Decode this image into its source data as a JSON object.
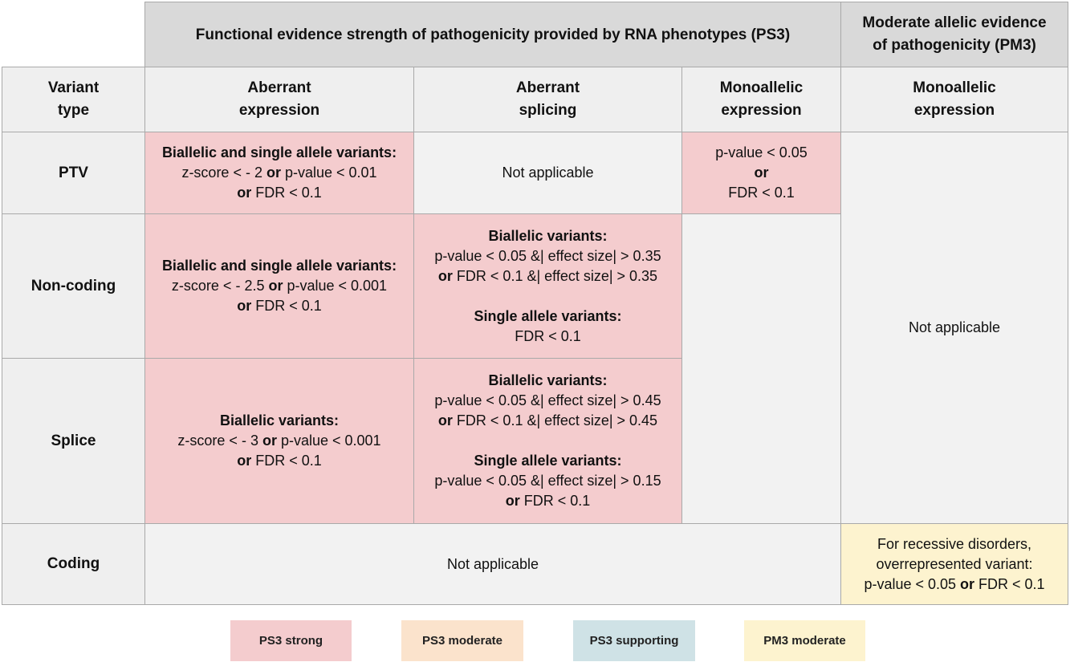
{
  "header": {
    "ps3_title": "Functional evidence strength of pathogenicity provided by RNA phenotypes (PS3)",
    "pm3_title_line1": "Moderate allelic evidence",
    "pm3_title_line2": "of pathogenicity (PM3)"
  },
  "subheader": {
    "variant_type": [
      "Variant",
      "type"
    ],
    "aberrant_expression": [
      "Aberrant",
      "expression"
    ],
    "aberrant_splicing": [
      "Aberrant",
      "splicing"
    ],
    "monoallelic_expression_ps3": [
      "Monoallelic",
      "expression"
    ],
    "monoallelic_expression_pm3": [
      "Monoallelic",
      "expression"
    ]
  },
  "rows": {
    "ptv": "PTV",
    "noncoding": "Non-coding",
    "splice": "Splice",
    "coding": "Coding"
  },
  "cells": {
    "ptv_ae": {
      "title": "Biallelic and single allele variants:",
      "l1a": "z-score < - 2 ",
      "or1": "or",
      "l1b": " p-value < 0.01",
      "or2": "or",
      "l2": " FDR < 0.1"
    },
    "ptv_as": "Not applicable",
    "ptv_me": {
      "l1": "p-value < 0.05",
      "or": "or",
      "l2": "FDR < 0.1"
    },
    "nc_ae": {
      "title": "Biallelic and single allele variants:",
      "l1a": "z-score < - 2.5 ",
      "or1": "or",
      "l1b": " p-value < 0.001",
      "or2": "or",
      "l2": " FDR < 0.1"
    },
    "nc_as": {
      "title1": "Biallelic variants:",
      "l1": "p-value < 0.05 &| effect size| > 0.35",
      "or": "or",
      "l2": " FDR < 0.1 &| effect size| > 0.35",
      "title2": "Single allele variants:",
      "l3": "FDR < 0.1"
    },
    "sp_ae": {
      "title": "Biallelic variants:",
      "l1a": "z-score < - 3 ",
      "or1": "or",
      "l1b": " p-value < 0.001",
      "or2": "or",
      "l2": " FDR < 0.1"
    },
    "sp_as": {
      "title1": "Biallelic variants:",
      "l1": "p-value < 0.05 &| effect size| > 0.45",
      "or1": "or",
      "l2": " FDR < 0.1 &| effect size| > 0.45",
      "title2": "Single allele variants:",
      "l3": "p-value < 0.05 &| effect size| > 0.15",
      "or2": "or",
      "l4": " FDR < 0.1"
    },
    "pm3_na": "Not applicable",
    "coding_na": "Not applicable",
    "coding_pm3": {
      "l1": "For recessive disorders,",
      "l2": "overrepresented variant:",
      "l3a": "p-value < 0.05 ",
      "or": "or",
      "l3b": " FDR < 0.1"
    }
  },
  "legend": [
    {
      "label": "PS3 strong",
      "color": "#f4ccce"
    },
    {
      "label": "PS3 moderate",
      "color": "#fbe3cc"
    },
    {
      "label": "PS3 supporting",
      "color": "#cfe2e6"
    },
    {
      "label": "PM3 moderate",
      "color": "#fdf3cf"
    }
  ]
}
